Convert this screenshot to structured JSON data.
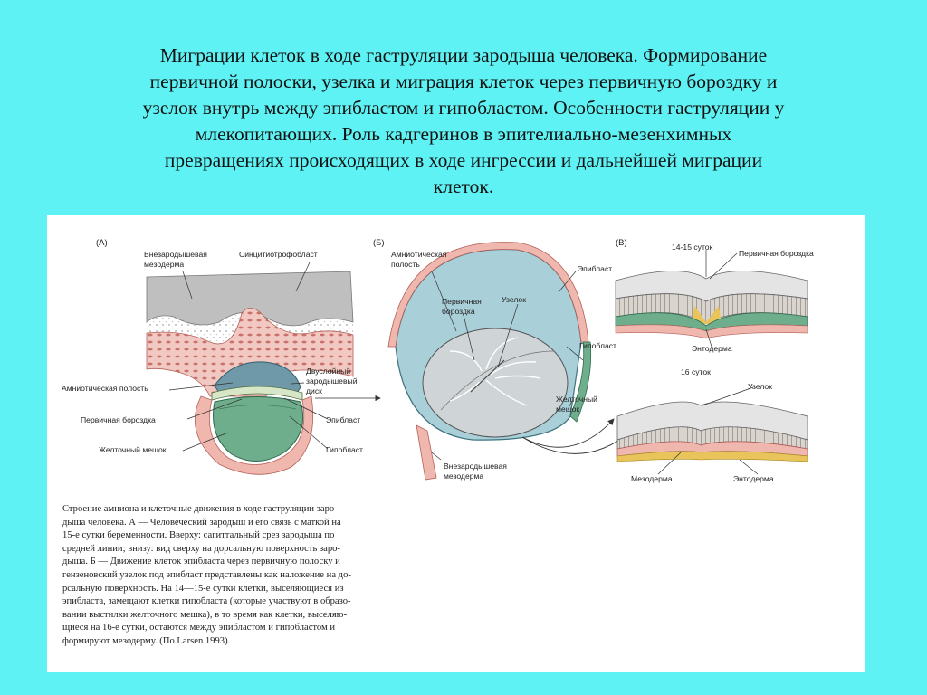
{
  "slide": {
    "title_lines": [
      "Миграции клеток в ходе гаструляции зародыша человека. Формировaние",
      "первичной полоски, узелка и миграция клеток через первичную бороздку и",
      "узелок внутрь между эпибластом и гипобластом. Особенности гаструляции у",
      "млекопитающих. Роль кадгеринов в эпителиально-мезенхимных",
      "превращениях происходящих в ходе ингрессии и дальнейшей миграции",
      "клеток."
    ]
  },
  "figure": {
    "panel_a": {
      "letter": "(А)",
      "labels": {
        "extraembryonic_mesoderm_1": "Внезародышевая",
        "extraembryonic_mesoderm_2": "мезодерма",
        "syncytiotrophoblast": "Синцитиотрофобласт",
        "amniotic_cavity": "Амниотическая полость",
        "bilaminar_disc_1": "Двуслойный",
        "bilaminar_disc_2": "зародышевый",
        "bilaminar_disc_3": "диск",
        "primitive_groove": "Первичная бороздка",
        "epiblast": "Эпибласт",
        "yolk_sac": "Желточный мешок",
        "hypoblast": "Гипобласт"
      }
    },
    "panel_b": {
      "letter": "(Б)",
      "labels": {
        "amniotic_cavity_1": "Амниотическая",
        "amniotic_cavity_2": "полость",
        "primitive_groove_1": "Первичная",
        "primitive_groove_2": "бороздка",
        "node": "Узелок",
        "epiblast": "Эпибласт",
        "hypoblast": "Гипобласт",
        "yolk_sac_1": "Желточный",
        "yolk_sac_2": "мешок",
        "extraembryonic_mesoderm_1": "Внезародышевая",
        "extraembryonic_mesoderm_2": "мезодерма"
      }
    },
    "panel_c": {
      "letter": "(В)",
      "labels": {
        "days_14_15": "14-15 суток",
        "primitive_groove": "Первичная бороздка",
        "endoderm_top": "Энтодерма",
        "days_16": "16 суток",
        "node": "Узелок",
        "mesoderm": "Мезодерма",
        "endoderm_bottom": "Энтодерма"
      }
    },
    "caption_lines": [
      "Строение амниона и клеточные движения в ходе гаструляции заро-",
      "дыша человека. А — Человеческий зародыш и его связь с маткой на",
      "15-е сутки беременности. Вверху: сагиттальный срез зародыша по",
      "средней линии; внизу: вид сверху на дорсальную поверхность заро-",
      "дыша. Б — Движение клеток эпибласта через первичную полоску и",
      "гензеновский узелок под эпибласт представлены как наложение на до-",
      "рсальную поверхность. На 14—15-е сутки клетки, выселяющиеся из",
      "эпибласта, замещают клетки гипобласта (которые участвуют в образо-",
      "вании выстилки желточного мешка), в то время как клетки, выселяю-",
      "щиеся на 16-е сутки, остаются между эпибластом и гипобластом и",
      "формируют мезодерму. (По Larsen 1993)."
    ]
  }
}
